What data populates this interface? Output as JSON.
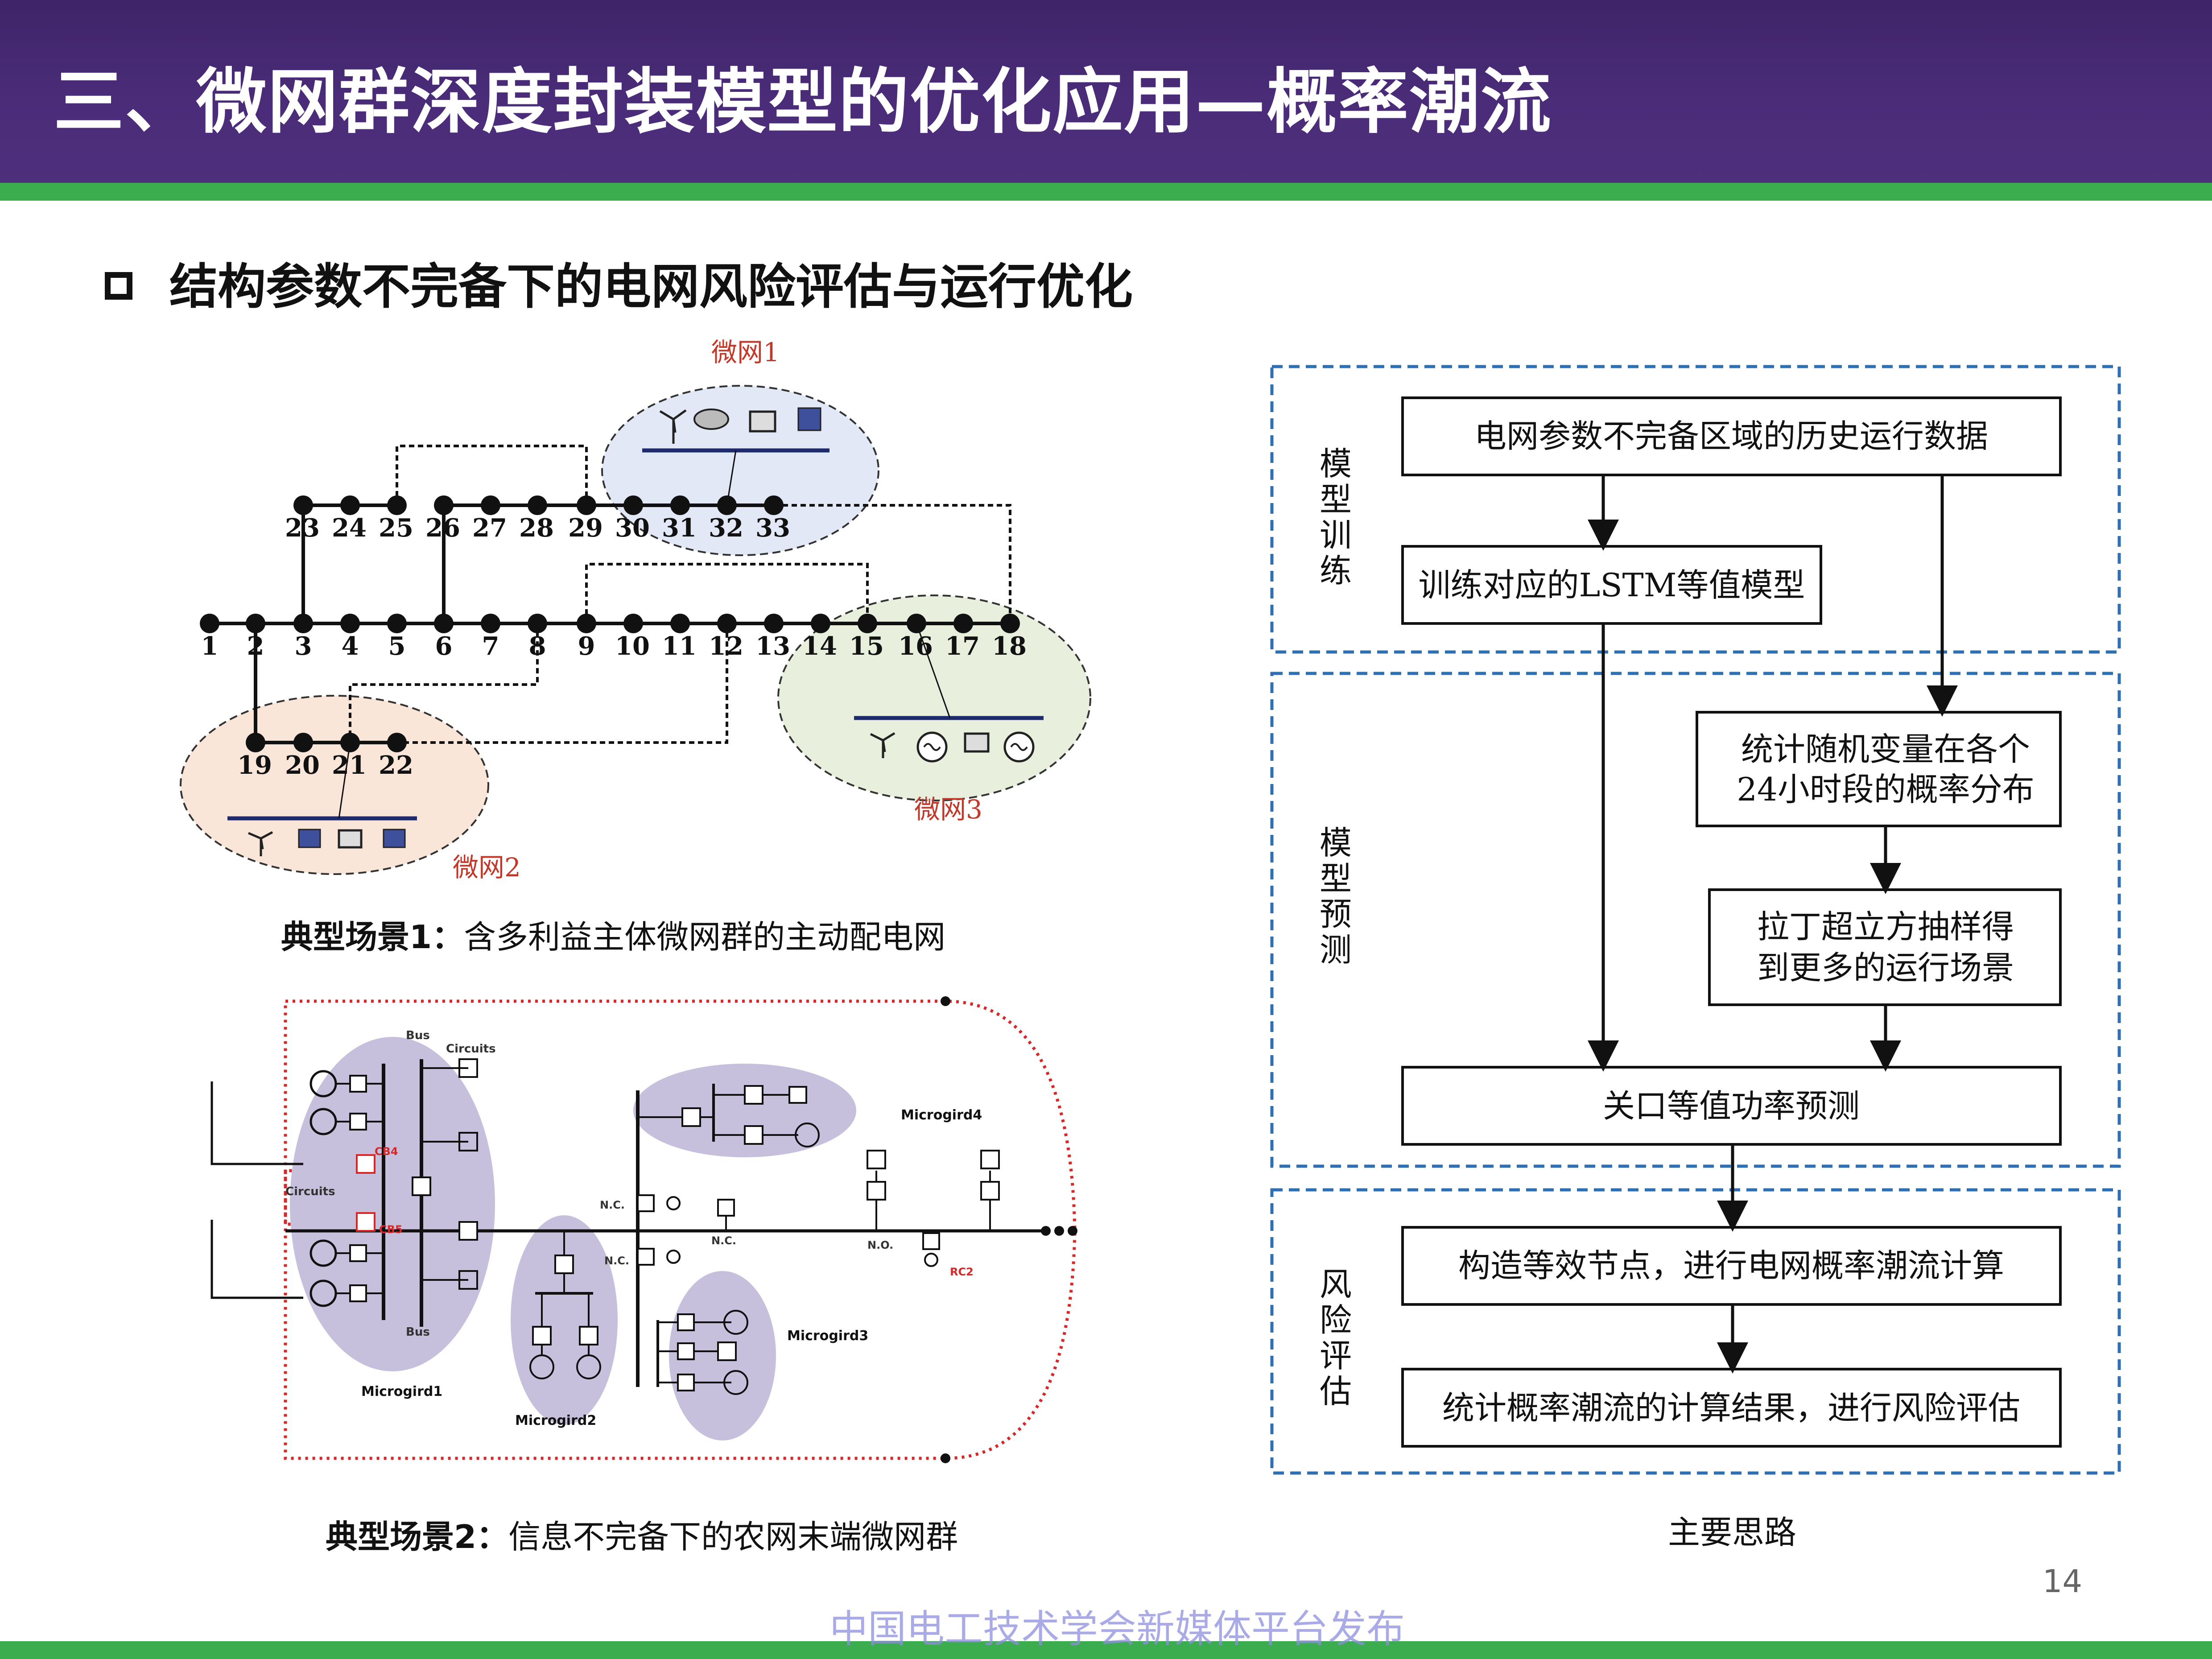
{
  "header": {
    "title": "三、微网群深度封装模型的优化应用—概率潮流"
  },
  "section": {
    "subtitle": "结构参数不完备下的电网风险评估与运行优化"
  },
  "scenario1": {
    "label_bold": "典型场景1：",
    "label_rest": "含多利益主体微网群的主动配电网",
    "microgrid_labels": [
      "微网1",
      "微网2",
      "微网3"
    ],
    "bus_numbers": [
      "1",
      "2",
      "3",
      "4",
      "5",
      "6",
      "7",
      "8",
      "9",
      "10",
      "11",
      "12",
      "13",
      "14",
      "15",
      "16",
      "17",
      "18",
      "19",
      "20",
      "21",
      "22",
      "23",
      "24",
      "25",
      "26",
      "27",
      "28",
      "29",
      "30",
      "31",
      "32",
      "33"
    ]
  },
  "scenario2": {
    "label_bold": "典型场景2：",
    "label_rest": "信息不完备下的农网末端微网群",
    "labels": {
      "bus_top": "Bus",
      "circuits_top": "Circuits",
      "circuits_left": "Circuits",
      "cb4": "CB4",
      "cb5": "CB5",
      "bus_bottom": "Bus",
      "nc1": "N.C.",
      "nc2": "N.C.",
      "nc3": "N.C.",
      "no": "N.O.",
      "rc2": "RC2",
      "mg1": "Microgird1",
      "mg2": "Microgird2",
      "mg3": "Microgird3",
      "mg4": "Microgird4"
    }
  },
  "flow": {
    "stage1": [
      "模",
      "型",
      "训",
      "练"
    ],
    "stage2": [
      "模",
      "型",
      "预",
      "测"
    ],
    "stage3": [
      "风",
      "险",
      "评",
      "估"
    ],
    "box1": "电网参数不完备区域的历史运行数据",
    "box2": "训练对应的LSTM等值模型",
    "box3_l1": "统计随机变量在各个",
    "box3_l2": "24小时段的概率分布",
    "box4_l1": "拉丁超立方抽样得",
    "box4_l2": "到更多的运行场景",
    "box5": "关口等值功率预测",
    "box6": "构造等效节点，进行电网概率潮流计算",
    "box7": "统计概率潮流的计算结果，进行风险评估",
    "caption": "主要思路"
  },
  "page_number": "14",
  "footer": {
    "watermark": "中国电工技术学会新媒体平台发布"
  }
}
